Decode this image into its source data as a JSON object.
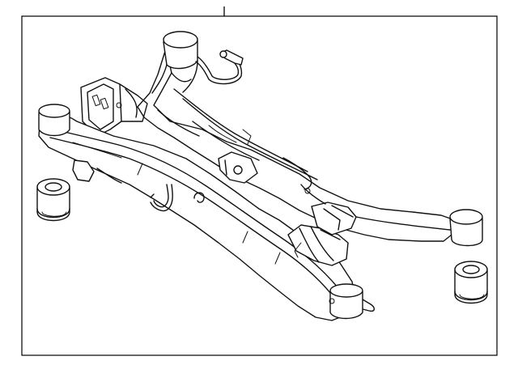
{
  "diagram": {
    "background": "#ffffff",
    "line_color": "#111111",
    "frame_color": "#000000",
    "parts": [
      {
        "name": "rear-subframe-crossmember"
      },
      {
        "name": "subframe-bushing-left"
      },
      {
        "name": "subframe-bushing-right"
      }
    ]
  }
}
